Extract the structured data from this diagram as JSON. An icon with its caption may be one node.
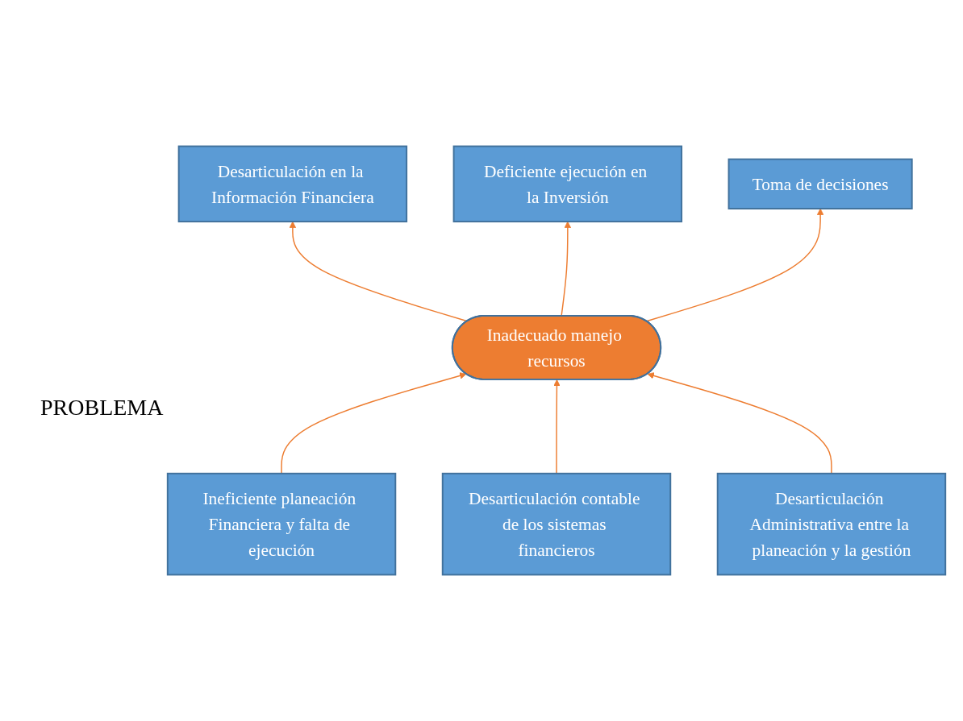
{
  "diagram": {
    "nodes": [
      {
        "text": [
          "Desarticulación en la Información Financiera"
        ]
      },
      {
        "text": [
          "Deficiente ejecución en la Inversión"
        ]
      },
      {
        "text": [
          "Toma de decisiones"
        ]
      },
      {
        "text": [
          "Inadecuado manejo recursos"
        ]
      },
      {
        "text": [
          "Ineficiente planeación Financiera y falta de ejecución"
        ]
      },
      {
        "text": [
          "Desarticulación contable de los sistemas financieros"
        ]
      },
      {
        "text": [
          "Desarticulación Administrativa entre la planeación y la gestión"
        ]
      }
    ],
    "edges": [
      {
        "from": 3,
        "to": 0,
        "arrow": "to"
      },
      {
        "from": 3,
        "to": 1,
        "arrow": "to"
      },
      {
        "from": 3,
        "to": 2,
        "arrow": "to"
      },
      {
        "from": 4,
        "to": 3,
        "arrow": "to"
      },
      {
        "from": 5,
        "to": 3,
        "arrow": "to"
      },
      {
        "from": 6,
        "to": 3,
        "arrow": "to"
      }
    ],
    "labels": [
      "PROBLEMA"
    ]
  }
}
